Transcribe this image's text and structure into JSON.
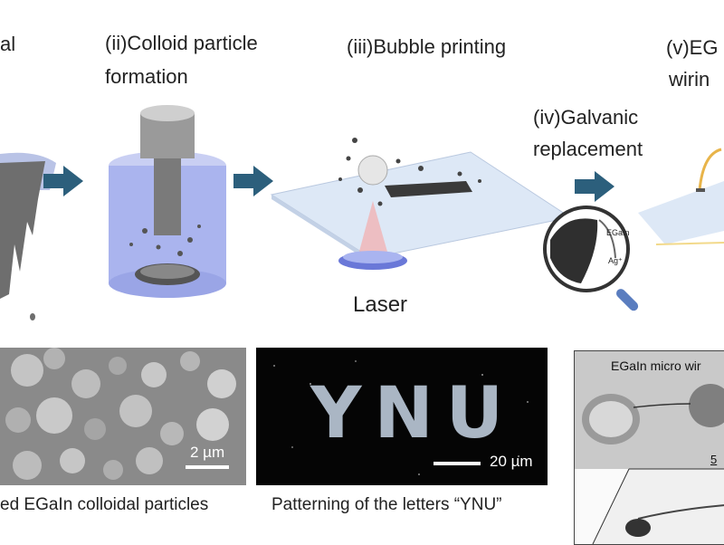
{
  "steps": {
    "step1_fragment": "al",
    "step2_line1": "(ii)Colloid particle",
    "step2_line2": "formation",
    "step3": "(iii)Bubble printing",
    "step4_line1": "(iv)Galvanic",
    "step4_line2": "replacement",
    "step5_line1": "(v)EG",
    "step5_line2": "wirin"
  },
  "laser_label": "Laser",
  "magnifier_labels": {
    "egain": "EGaIn",
    "ag": "Ag⁺"
  },
  "panels": {
    "sem": {
      "scalebar": "2 µm",
      "caption": "ed EGaIn colloidal particles"
    },
    "ynu": {
      "letters": "YNU",
      "scalebar": "20 µm",
      "caption": "Patterning of the letters “YNU”"
    },
    "wire": {
      "label": "EGaIn micro wir",
      "scale_fragment": "5"
    }
  },
  "colors": {
    "arrow": "#2c5f7c",
    "cylinder": "#aab4ee",
    "slide": "#dde8f6"
  }
}
